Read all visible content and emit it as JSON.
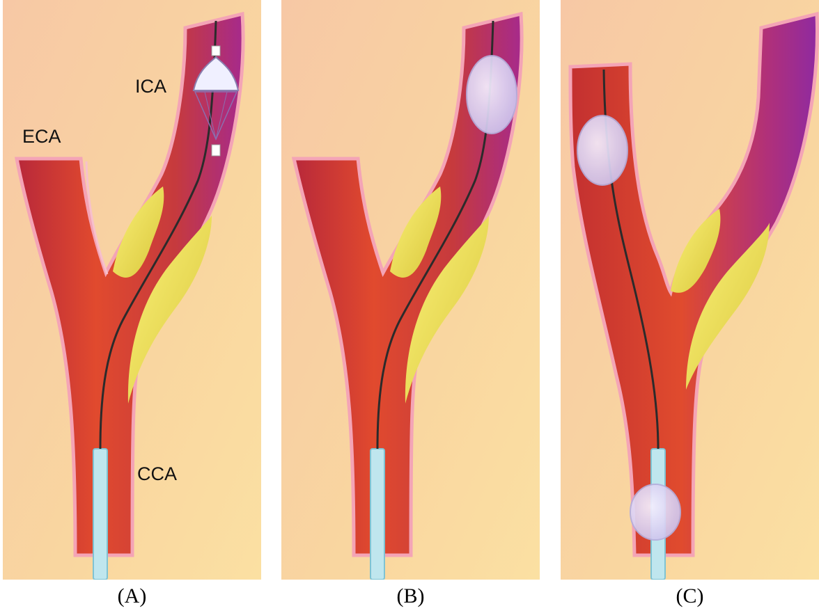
{
  "panels": [
    {
      "caption": "(A)",
      "labels": {
        "ica": "ICA",
        "eca": "ECA",
        "cca": "CCA"
      }
    },
    {
      "caption": "(B)"
    },
    {
      "caption": "(C)"
    }
  ],
  "colors": {
    "background": "#f9d3a3",
    "vessel_red": "#cf3a2c",
    "vessel_magenta": "#a62a8c",
    "vessel_wall": "#f7b8c6",
    "plaque": "#efe060",
    "guidewire": "#2b2b2b",
    "catheter": "#bfe6ee",
    "balloon": "#ddd6f3"
  }
}
